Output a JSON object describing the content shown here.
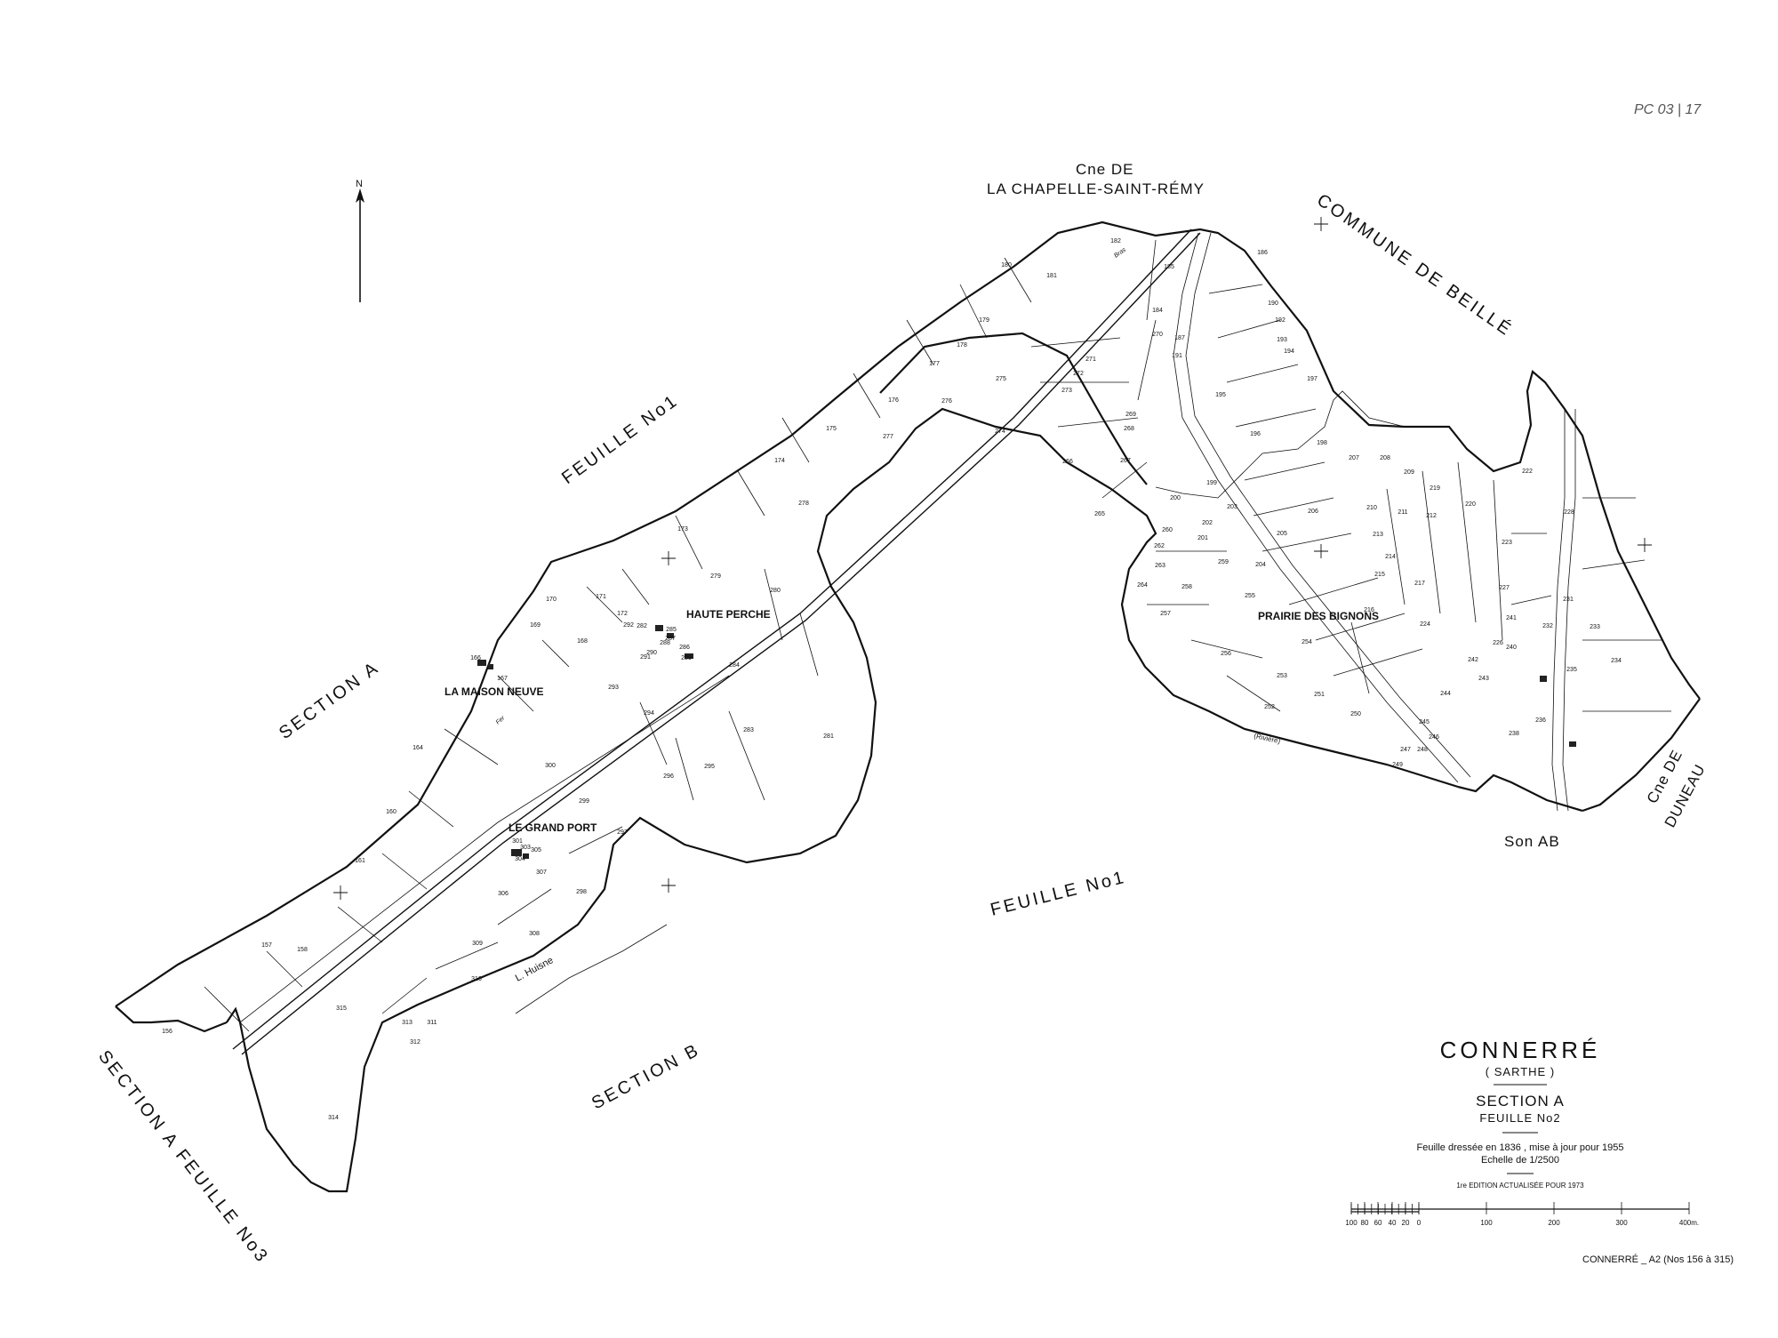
{
  "corner_note": "PC 03 | 17",
  "north": "N",
  "neighbours": {
    "chapelle_prefix": "Cne DE",
    "chapelle_name": "LA CHAPELLE-SAINT-RÉMY",
    "commune_de_beille": "COMMUNE DE BEILLÉ",
    "duneau_prefix": "Cne DE",
    "duneau_name": "DUNEAU",
    "feuille_1_top": "FEUILLE No1",
    "feuille_1_bottom": "FEUILLE No1",
    "section_a": "SECTION A",
    "section_b": "SECTION B",
    "section_a_feuille_3": "SECTION A FEUILLE No3",
    "section_ab": "Son AB"
  },
  "places": {
    "haute_perche": "HAUTE PERCHE",
    "maison_neuve": "LA MAISON NEUVE",
    "grand_port": "LE GRAND PORT",
    "prairie": "PRAIRIE DES BIGNONS"
  },
  "waterways": {
    "huisne": "L. Huisne",
    "riviere": "(Rivière)",
    "bras": "Bras",
    "fer": "Fer"
  },
  "parcels": [
    {
      "n": "156"
    },
    {
      "n": "157"
    },
    {
      "n": "158"
    },
    {
      "n": "160"
    },
    {
      "n": "161"
    },
    {
      "n": "164"
    },
    {
      "n": "166"
    },
    {
      "n": "167"
    },
    {
      "n": "168"
    },
    {
      "n": "169"
    },
    {
      "n": "170"
    },
    {
      "n": "171"
    },
    {
      "n": "172"
    },
    {
      "n": "173"
    },
    {
      "n": "174"
    },
    {
      "n": "175"
    },
    {
      "n": "176"
    },
    {
      "n": "177"
    },
    {
      "n": "178"
    },
    {
      "n": "179"
    },
    {
      "n": "180"
    },
    {
      "n": "181"
    },
    {
      "n": "182"
    },
    {
      "n": "184"
    },
    {
      "n": "185"
    },
    {
      "n": "186"
    },
    {
      "n": "187"
    },
    {
      "n": "190"
    },
    {
      "n": "191"
    },
    {
      "n": "192"
    },
    {
      "n": "193"
    },
    {
      "n": "194"
    },
    {
      "n": "195"
    },
    {
      "n": "196"
    },
    {
      "n": "197"
    },
    {
      "n": "198"
    },
    {
      "n": "199"
    },
    {
      "n": "200"
    },
    {
      "n": "201"
    },
    {
      "n": "202"
    },
    {
      "n": "203"
    },
    {
      "n": "204"
    },
    {
      "n": "205"
    },
    {
      "n": "206"
    },
    {
      "n": "207"
    },
    {
      "n": "208"
    },
    {
      "n": "209"
    },
    {
      "n": "210"
    },
    {
      "n": "211"
    },
    {
      "n": "212"
    },
    {
      "n": "213"
    },
    {
      "n": "214"
    },
    {
      "n": "215"
    },
    {
      "n": "216"
    },
    {
      "n": "217"
    },
    {
      "n": "219"
    },
    {
      "n": "220"
    },
    {
      "n": "222"
    },
    {
      "n": "223"
    },
    {
      "n": "224"
    },
    {
      "n": "226"
    },
    {
      "n": "227"
    },
    {
      "n": "228"
    },
    {
      "n": "231"
    },
    {
      "n": "232"
    },
    {
      "n": "233"
    },
    {
      "n": "234"
    },
    {
      "n": "235"
    },
    {
      "n": "236"
    },
    {
      "n": "238"
    },
    {
      "n": "240"
    },
    {
      "n": "241"
    },
    {
      "n": "242"
    },
    {
      "n": "243"
    },
    {
      "n": "244"
    },
    {
      "n": "245"
    },
    {
      "n": "246"
    },
    {
      "n": "247"
    },
    {
      "n": "248"
    },
    {
      "n": "249"
    },
    {
      "n": "250"
    },
    {
      "n": "251"
    },
    {
      "n": "252"
    },
    {
      "n": "253"
    },
    {
      "n": "254"
    },
    {
      "n": "255"
    },
    {
      "n": "256"
    },
    {
      "n": "257"
    },
    {
      "n": "258"
    },
    {
      "n": "259"
    },
    {
      "n": "260"
    },
    {
      "n": "262"
    },
    {
      "n": "263"
    },
    {
      "n": "264"
    },
    {
      "n": "265"
    },
    {
      "n": "266"
    },
    {
      "n": "267"
    },
    {
      "n": "268"
    },
    {
      "n": "269"
    },
    {
      "n": "270"
    },
    {
      "n": "271"
    },
    {
      "n": "272"
    },
    {
      "n": "273"
    },
    {
      "n": "274"
    },
    {
      "n": "275"
    },
    {
      "n": "276"
    },
    {
      "n": "277"
    },
    {
      "n": "278"
    },
    {
      "n": "279"
    },
    {
      "n": "280"
    },
    {
      "n": "281"
    },
    {
      "n": "282"
    },
    {
      "n": "283"
    },
    {
      "n": "284"
    },
    {
      "n": "285"
    },
    {
      "n": "286"
    },
    {
      "n": "287"
    },
    {
      "n": "288"
    },
    {
      "n": "289"
    },
    {
      "n": "290"
    },
    {
      "n": "291"
    },
    {
      "n": "292"
    },
    {
      "n": "293"
    },
    {
      "n": "294"
    },
    {
      "n": "295"
    },
    {
      "n": "296"
    },
    {
      "n": "297"
    },
    {
      "n": "298"
    },
    {
      "n": "299"
    },
    {
      "n": "300"
    },
    {
      "n": "301"
    },
    {
      "n": "303"
    },
    {
      "n": "304"
    },
    {
      "n": "305"
    },
    {
      "n": "306"
    },
    {
      "n": "307"
    },
    {
      "n": "308"
    },
    {
      "n": "309"
    },
    {
      "n": "310"
    },
    {
      "n": "311"
    },
    {
      "n": "312"
    },
    {
      "n": "313"
    },
    {
      "n": "314"
    },
    {
      "n": "315"
    }
  ],
  "cartouche": {
    "title": "CONNERRÉ",
    "department": "( SARTHE )",
    "section": "SECTION A",
    "feuille": "FEUILLE No2",
    "dressee": "Feuille dressée en 1836 , mise à jour pour 1955",
    "echelle": "Echelle de 1/2500",
    "edition": "1re EDITION ACTUALISÉE POUR 1973",
    "scale_ticks": [
      "100",
      "80",
      "60",
      "40",
      "20",
      "0",
      "100",
      "200",
      "300",
      "400m."
    ],
    "reference": "CONNERRÉ _ A2 (Nos 156 à 315)"
  },
  "colors": {
    "ink": "#111111",
    "paper": "#ffffff"
  }
}
